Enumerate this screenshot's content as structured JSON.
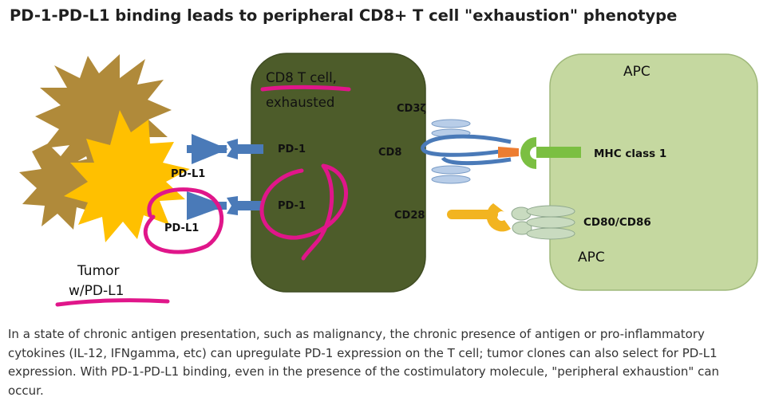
{
  "title": "PD-1-PD-L1 binding leads to peripheral CD8+ T cell \"exhaustion\" phenotype",
  "colors": {
    "t_cell_fill": "#4d5c2a",
    "apc_fill": "#c5d8a0",
    "tumor_yellow": "#ffc000",
    "tumor_brown": "#b08a3a",
    "receptor_blue": "#4a7ab8",
    "annotation_magenta": "#e0168a",
    "mhc_green": "#7bbf42",
    "cd28_yellow": "#f2b420"
  },
  "diagram": {
    "t_cell": {
      "line1": "CD8 T cell,",
      "line2": "exhausted"
    },
    "apc_top_label": "APC",
    "apc_bottom_label": "APC",
    "tumor_label_line1": "Tumor",
    "tumor_label_line2": "w/PD-L1",
    "cd3z_label": "CD3ζ",
    "cd8_label": "CD8",
    "cd28_label": "CD28",
    "pd1_upper_label": "PD-1",
    "pd1_lower_label": "PD-1",
    "pdl1_upper_label": "PD-L1",
    "pdl1_lower_label": "PD-L1",
    "mhc_label": "MHC class 1",
    "cd80_label": "CD80/CD86"
  },
  "caption": "In a state of chronic antigen presentation, such as malignancy, the chronic presence of antigen or pro-inflammatory cytokines (IL-12, IFNgamma, etc) can upregulate PD-1 expression on the T cell; tumor clones can also select for PD-L1 expression. With PD-1-PD-L1 binding, even in the presence of the costimulatory molecule, \"peripheral exhaustion\" can occur."
}
